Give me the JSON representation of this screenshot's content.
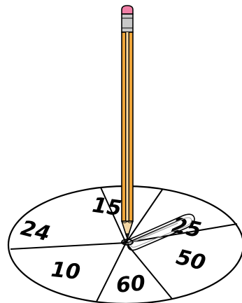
{
  "spinner": {
    "numbers": [
      "15",
      "25",
      "50",
      "60",
      "10",
      "24"
    ]
  },
  "colors": {
    "pencil_body": "#f0a63a",
    "pencil_stripe": "#fbd9a0",
    "ferrule": "#c8c8c8",
    "eraser": "#f07fa6",
    "wood_tip": "#f3d6a4",
    "outline": "#000000",
    "paperclip": "#b0b0b0"
  }
}
